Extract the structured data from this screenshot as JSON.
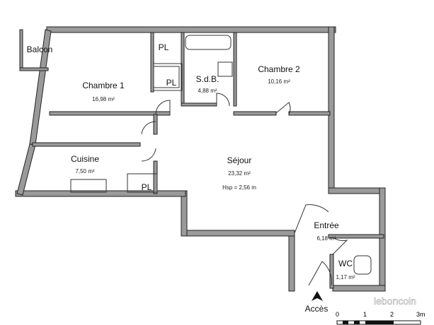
{
  "rooms": [
    {
      "name": "Balcon"
    },
    {
      "name": "Chambre 1",
      "area": "16,98 m²"
    },
    {
      "name": "PL"
    },
    {
      "name": "PL"
    },
    {
      "name": "S.d.B.",
      "area": "4,88 m²"
    },
    {
      "name": "Chambre 2",
      "area": "10,16 m²"
    },
    {
      "name": "Cuisine",
      "area": "7,50 m²"
    },
    {
      "name": "PL"
    },
    {
      "name": "Séjour",
      "area": "23,32 m²",
      "height": "Hsp = 2,56 m"
    },
    {
      "name": "Entrée",
      "area": "6,18 m²"
    },
    {
      "name": "WC",
      "area": "1,17 m²"
    }
  ],
  "access_label": "Accès",
  "scale": {
    "ticks": [
      "0",
      "1",
      "2",
      "3m"
    ]
  },
  "watermark": "leboncoin",
  "colors": {
    "wall": "#9a9a9a",
    "outline": "#222222"
  }
}
